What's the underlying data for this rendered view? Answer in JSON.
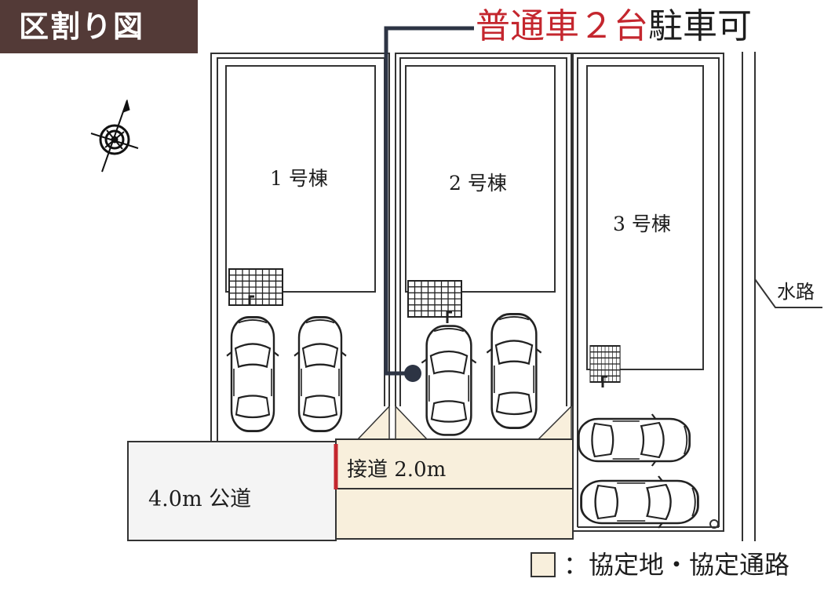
{
  "header": {
    "badge_label": "区割り図",
    "headline_red": "普通車２台",
    "headline_black": "駐車可"
  },
  "buildings": [
    {
      "label": "1 号棟"
    },
    {
      "label": "2 号棟"
    },
    {
      "label": "3 号棟"
    }
  ],
  "roads": {
    "public_road": "4.0m 公道",
    "access_road": "接道 2.0m",
    "waterway": "水路"
  },
  "legend": {
    "text": "：協定地・協定通路"
  },
  "colors": {
    "badge_bg": "#533a37",
    "accent_red": "#c4262e",
    "agreement_land": "#f8efdc",
    "public_road_fill": "#f4f4f4",
    "line": "#333333"
  },
  "icons": [
    "compass-icon",
    "car-icon",
    "utility-grid-icon"
  ]
}
